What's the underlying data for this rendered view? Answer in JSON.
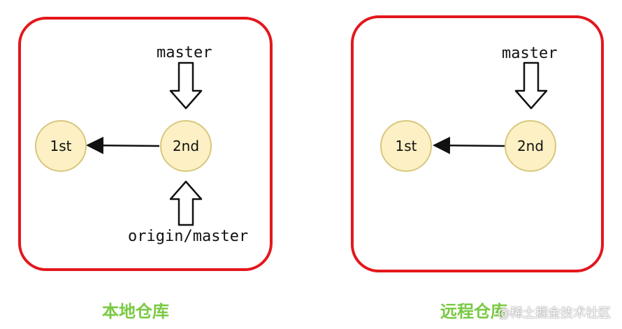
{
  "local_repo": {
    "title": "本地仓库",
    "commit_1": "1st",
    "commit_2": "2nd",
    "branch_ref": "master",
    "remote_ref": "origin/master"
  },
  "remote_repo": {
    "title": "远程仓库",
    "commit_1": "1st",
    "commit_2": "2nd",
    "branch_ref": "master"
  },
  "watermark": "@稀土掘金技术社区",
  "colors": {
    "frame": "#e3171c",
    "commit_fill": "#fcf0c4",
    "commit_stroke": "#d9c77d",
    "title": "#7ac943"
  }
}
